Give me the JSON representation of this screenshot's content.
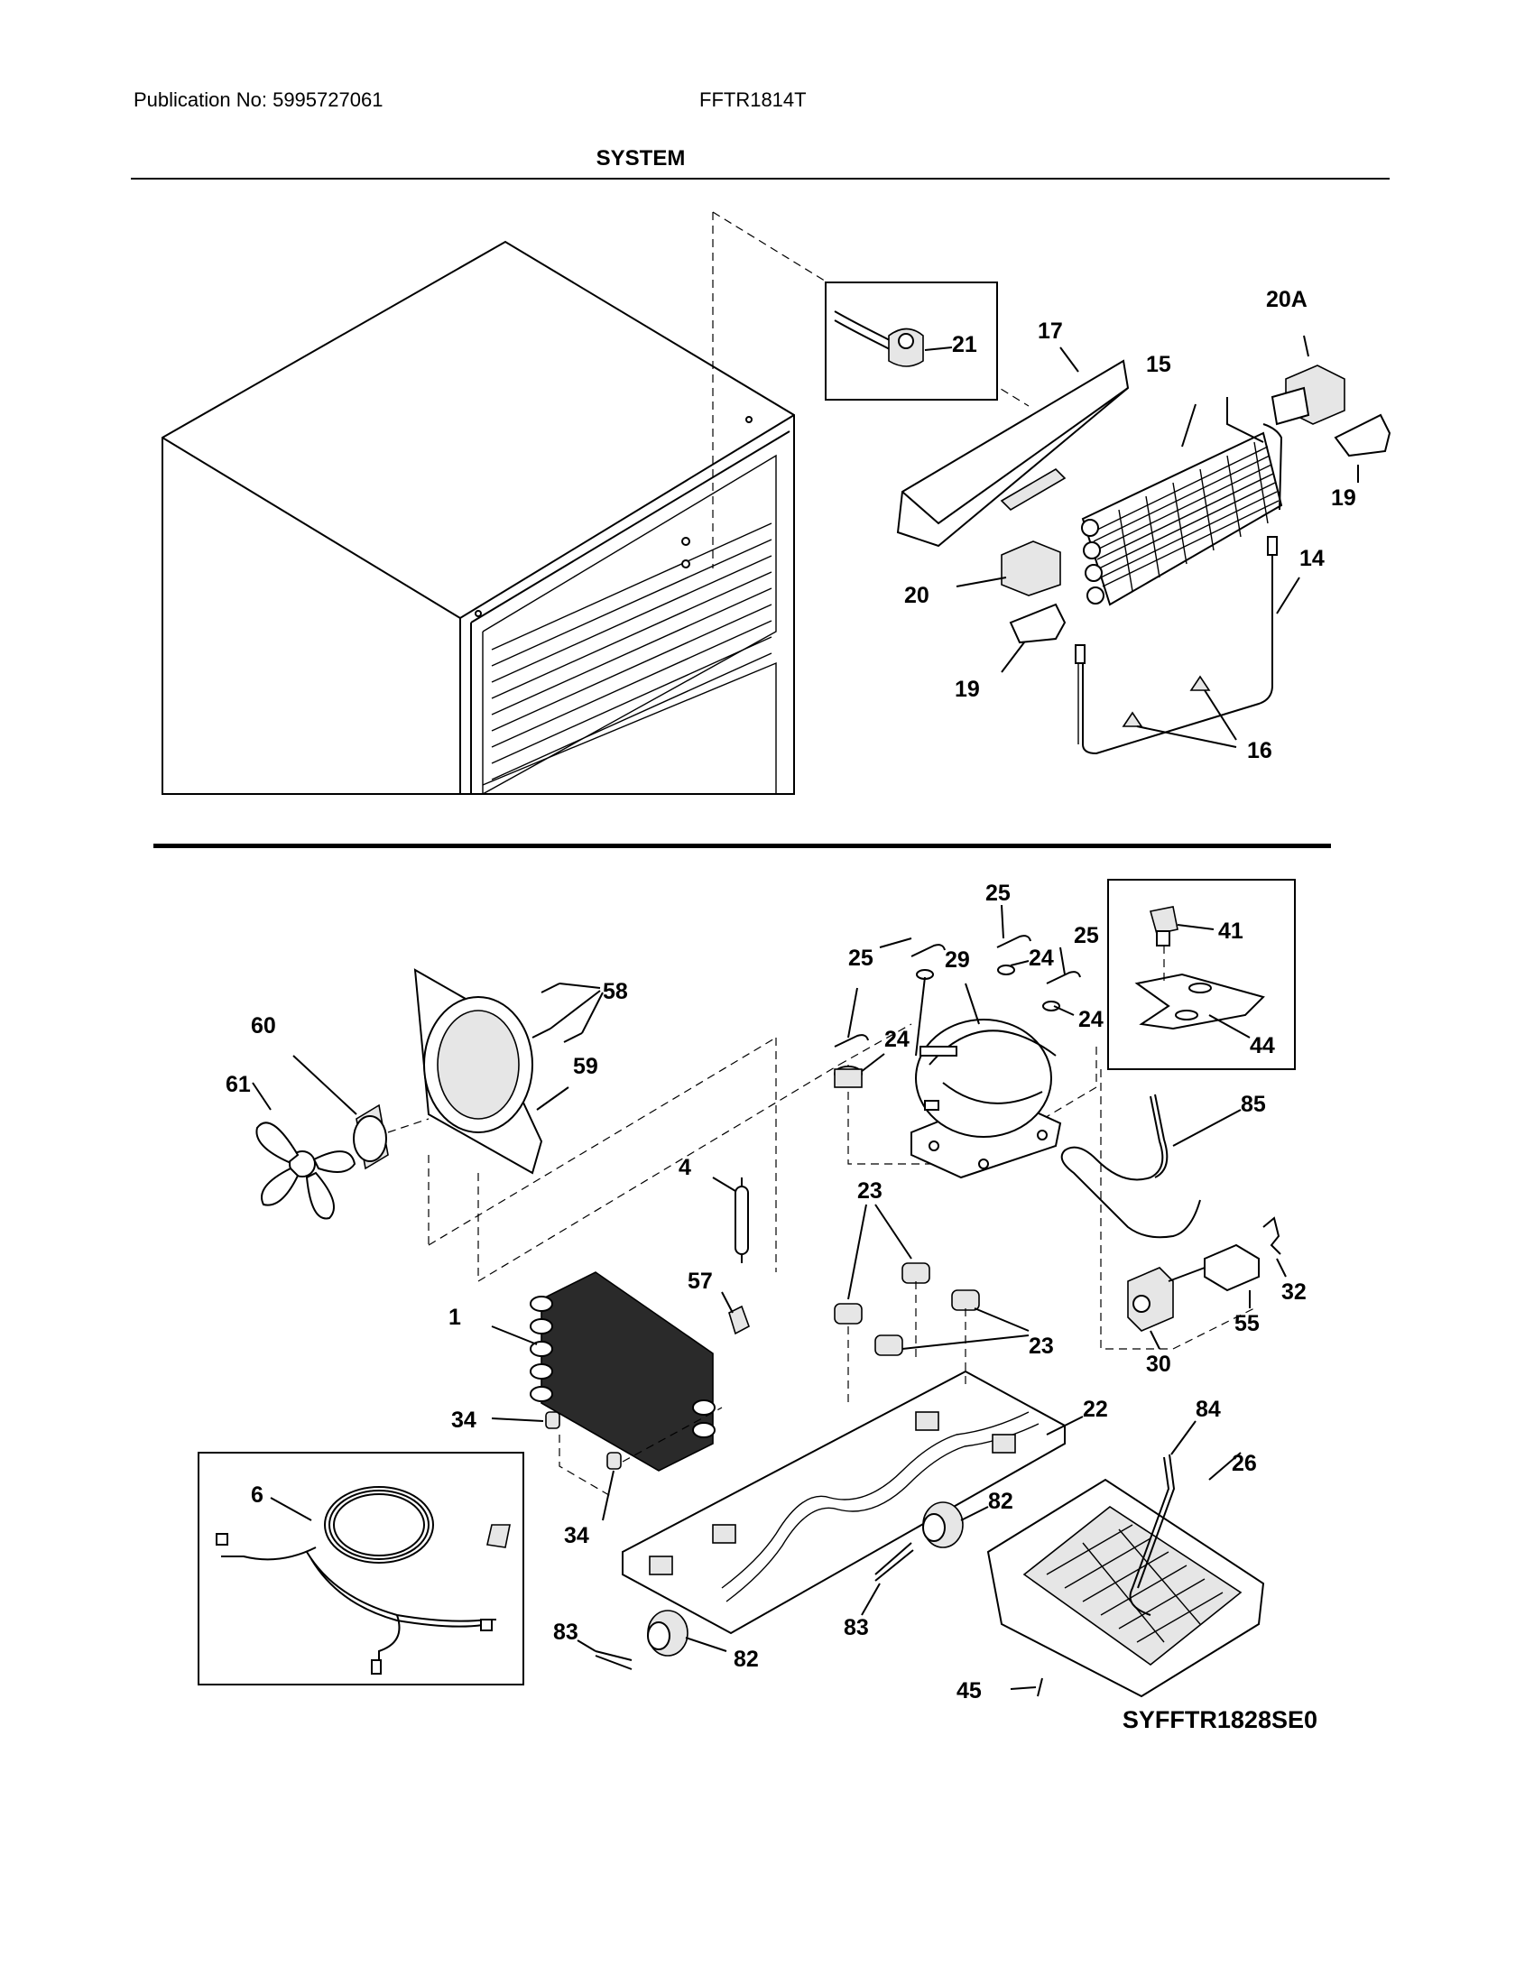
{
  "header": {
    "publication": "Publication No: 5995727061",
    "model": "FFTR1814T",
    "section_title": "SYSTEM"
  },
  "diagram_code": "SYFFTR1828SE0",
  "callouts": {
    "c21": "21",
    "c17": "17",
    "c15": "15",
    "c20A": "20A",
    "c19a": "19",
    "c14": "14",
    "c20": "20",
    "c19b": "19",
    "c16": "16",
    "c25a": "25",
    "c25b": "25",
    "c25c": "25",
    "c24a": "24",
    "c24b": "24",
    "c24c": "24",
    "c29": "29",
    "c41": "41",
    "c44": "44",
    "c58": "58",
    "c60": "60",
    "c59": "59",
    "c61": "61",
    "c4": "4",
    "c23a": "23",
    "c23b": "23",
    "c85": "85",
    "c32": "32",
    "c55": "55",
    "c30": "30",
    "c57": "57",
    "c1": "1",
    "c34a": "34",
    "c34b": "34",
    "c22": "22",
    "c84": "84",
    "c26": "26",
    "c6": "6",
    "c82a": "82",
    "c82b": "82",
    "c83a": "83",
    "c83b": "83",
    "c45": "45"
  }
}
